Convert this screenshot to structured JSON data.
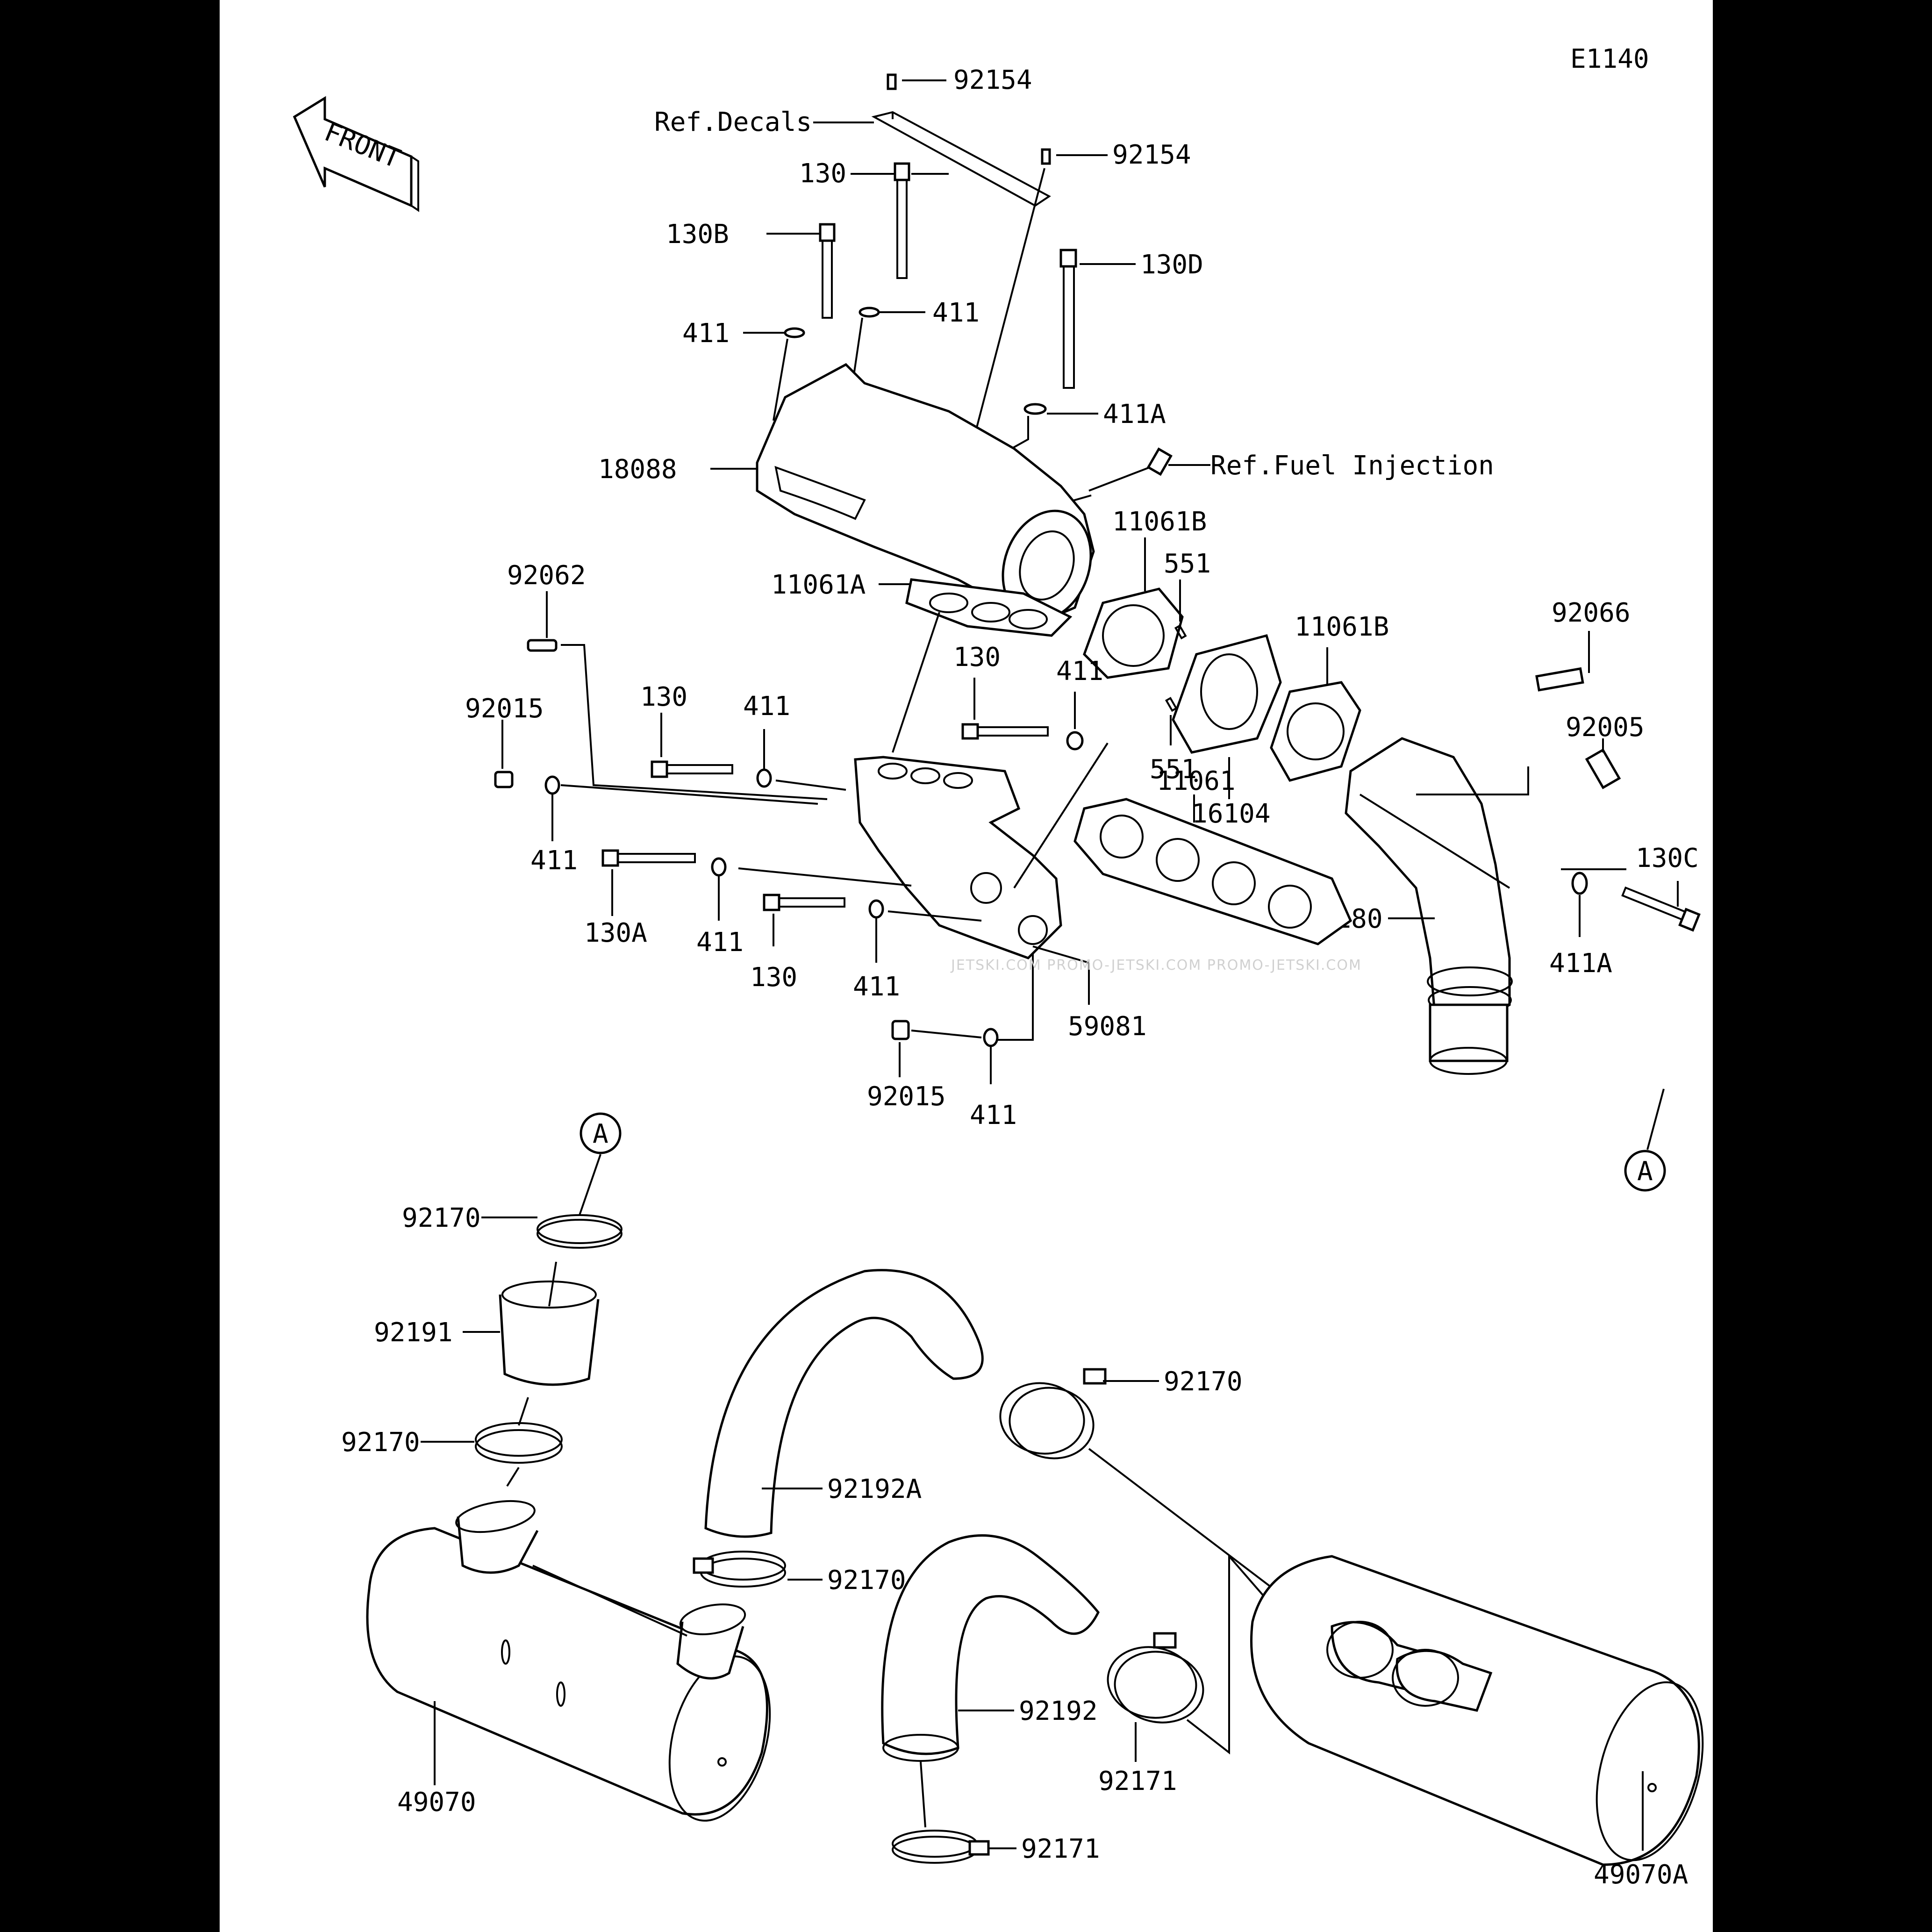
{
  "sheet_id": "E1140",
  "front_label": "FRONT",
  "watermark": "JETSKI.COM   PROMO-JETSKI.COM   PROMO-JETSKI.COM",
  "labels": {
    "p92154_a": "92154",
    "ref_decals": "Ref.Decals",
    "p92154_b": "92154",
    "p130_top": "130",
    "p130b": "130B",
    "p130d": "130D",
    "p411_a": "411",
    "p411_b": "411",
    "p411a_top": "411A",
    "ref_fuel": "Ref.Fuel Injection",
    "p18088": "18088",
    "p11061b_a": "11061B",
    "p551_a": "551",
    "p11061a": "11061A",
    "p92062": "92062",
    "p11061b_b": "11061B",
    "p92066": "92066",
    "p130_mid": "130",
    "p411_c": "411",
    "p92015_a": "92015",
    "p130_l": "130",
    "p411_d": "411",
    "p11061": "11061",
    "p92005": "92005",
    "p551_b": "551",
    "p16104": "16104",
    "p130c": "130C",
    "p411_e": "411",
    "p130a": "130A",
    "p411_f": "411",
    "p18180": "18180",
    "p130_b": "130",
    "p411_g": "411",
    "p411a_b": "411A",
    "p59081": "59081",
    "p92015_b": "92015",
    "p411_h": "411",
    "circ_a1": "A",
    "circ_a2": "A",
    "p92170_a": "92170",
    "p92191": "92191",
    "p92170_b": "92170",
    "p92170_c": "92170",
    "p92192a": "92192A",
    "p92170_d": "92170",
    "p92192": "92192",
    "p92171_a": "92171",
    "p49070": "49070",
    "p92171_b": "92171",
    "p49070a": "49070A"
  }
}
